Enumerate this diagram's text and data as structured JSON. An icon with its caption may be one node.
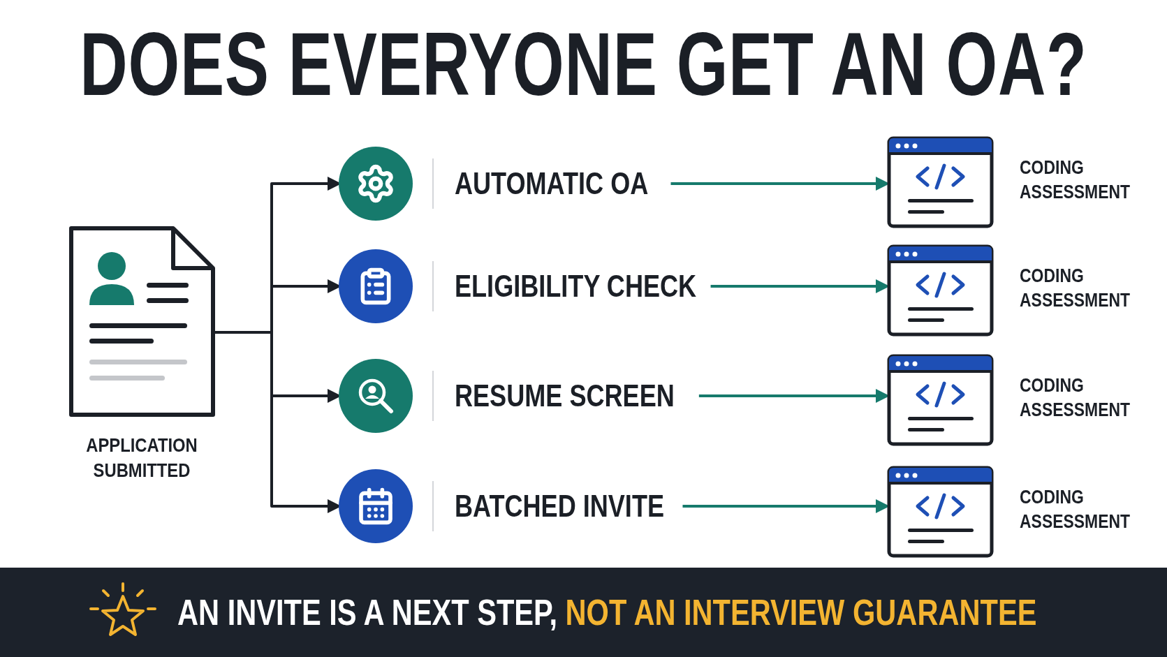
{
  "diagram": {
    "title": "DOES EVERYONE GET AN OA?",
    "nodes": [
      {
        "text": [
          "APPLICATION SUBMITTED"
        ]
      },
      {
        "text": [],
        "shape": "circle",
        "beside": [
          "AUTOMATIC OA"
        ]
      },
      {
        "text": [],
        "shape": "circle",
        "beside": [
          "ELIGIBILITY CHECK"
        ]
      },
      {
        "text": [],
        "shape": "circle",
        "beside": [
          "RESUME SCREEN"
        ]
      },
      {
        "text": [],
        "shape": "circle",
        "beside": [
          "BATCHED INVITE"
        ]
      },
      {
        "text": [],
        "shape": "picture",
        "beside": [
          "CODING ASSESSMENT"
        ]
      },
      {
        "text": [],
        "shape": "picture",
        "beside": [
          "CODING ASSESSMENT"
        ]
      },
      {
        "text": [],
        "shape": "picture",
        "beside": [
          "CODING ASSESSMENT"
        ]
      },
      {
        "text": [],
        "shape": "picture",
        "beside": [
          "CODING ASSESSMENT"
        ]
      }
    ],
    "edges": [
      {
        "from": 0,
        "to": 1,
        "arrow": "to"
      },
      {
        "from": 0,
        "to": 2,
        "arrow": "to"
      },
      {
        "from": 0,
        "to": 3,
        "arrow": "to"
      },
      {
        "from": 0,
        "to": 4,
        "arrow": "to"
      },
      {
        "from": 1,
        "to": 5,
        "arrow": "to",
        "color": "#167a6c"
      },
      {
        "from": 2,
        "to": 6,
        "arrow": "to",
        "color": "#167a6c"
      },
      {
        "from": 3,
        "to": 7,
        "arrow": "to",
        "color": "#167a6c"
      },
      {
        "from": 4,
        "to": 8,
        "arrow": "to",
        "color": "#167a6c"
      }
    ],
    "labels": [
      "AN INVITE IS A NEXT STEP, *NOT AN INTERVIEW GUARANTEE*"
    ]
  }
}
